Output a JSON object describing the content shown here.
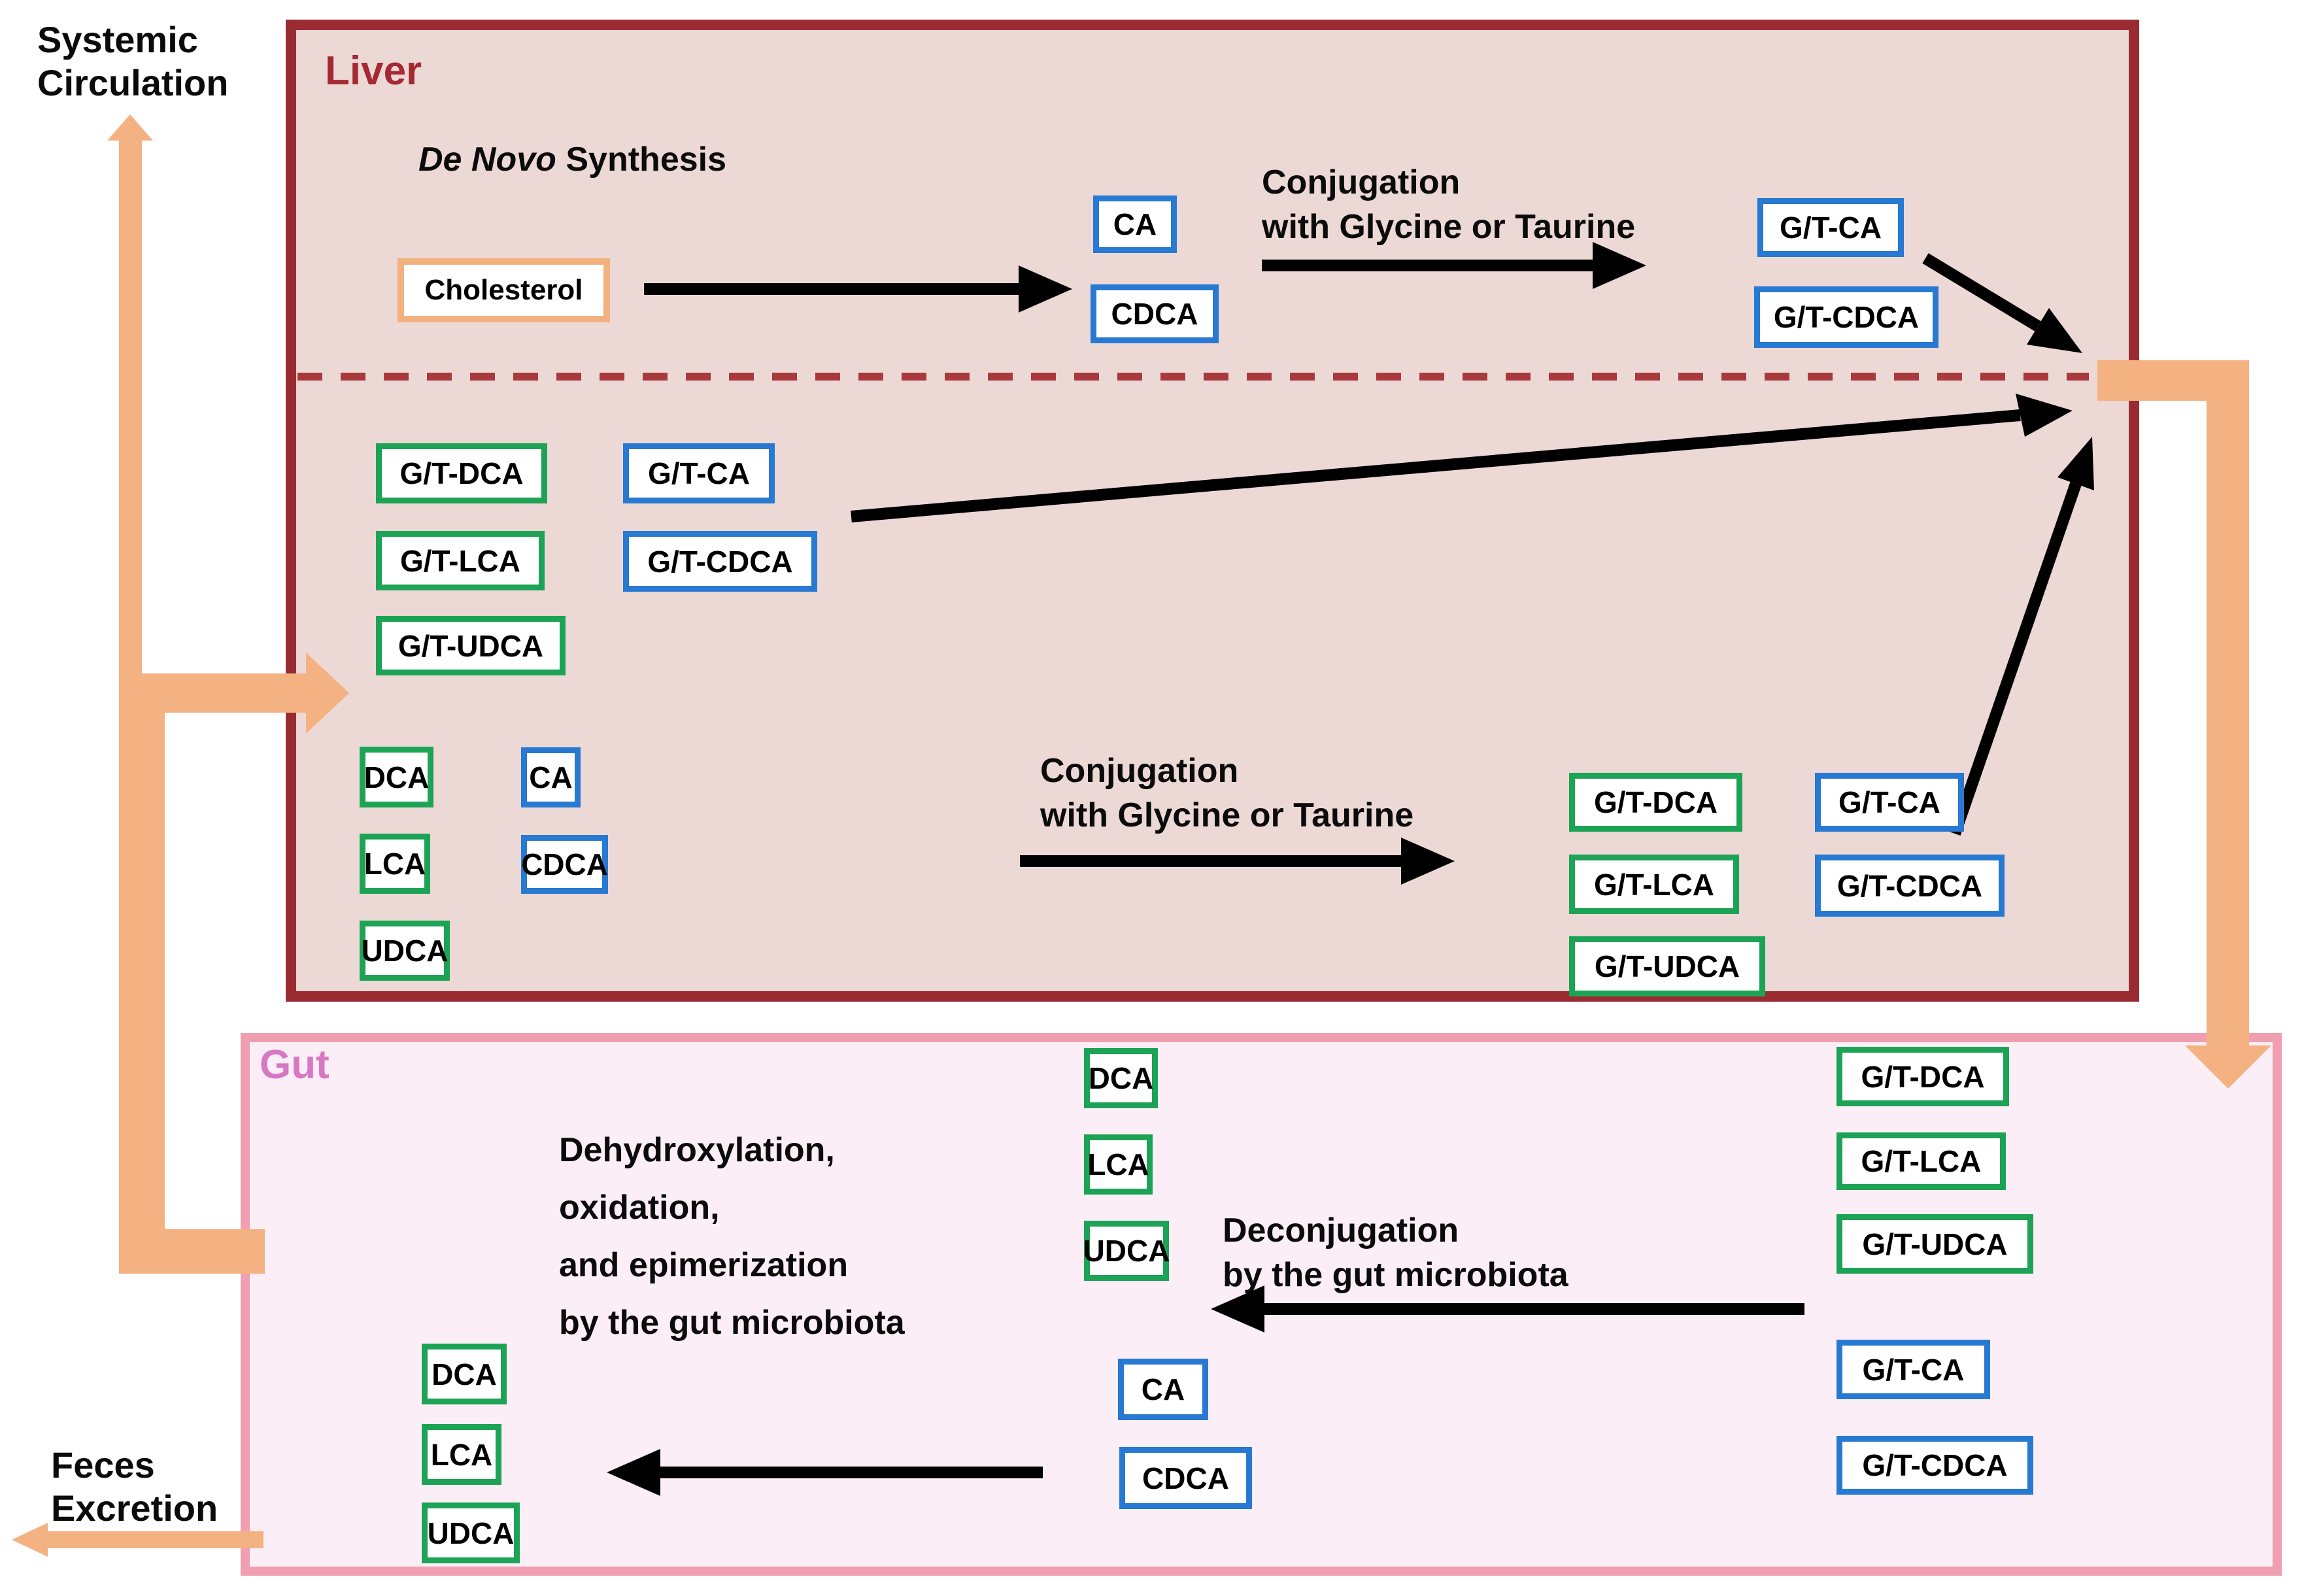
{
  "palette": {
    "liver_fill": "#ecd8d5",
    "liver_border": "#9a2b31",
    "liver_title_color": "#a32932",
    "dashed_divider": "#a83a3e",
    "gut_fill": "#fceef7",
    "gut_border": "#ef9fb0",
    "gut_title_color": "#d778c2",
    "flow_orange": "#f4b283",
    "cholesterol_border": "#f2b27f",
    "secondary_green": "#1da355",
    "primary_blue": "#2779d2",
    "arrow_black": "#000000"
  },
  "outside": {
    "systemic_line1": "Systemic",
    "systemic_line2": "Circulation",
    "feces_line1": "Feces",
    "feces_line2": "Excretion"
  },
  "liver": {
    "title": "Liver",
    "denovo_em": "De Novo",
    "denovo_rest": " Synthesis",
    "conj_top_line1": "Conjugation",
    "conj_top_line2": "with Glycine or Taurine",
    "conj_mid_line1": "Conjugation",
    "conj_mid_line2": "with Glycine or Taurine"
  },
  "gut": {
    "title": "Gut",
    "deconj_line1": "Deconjugation",
    "deconj_line2": "by the gut microbiota",
    "dehydro_line1": "Dehydroxylation,",
    "dehydro_line2": "oxidation,",
    "dehydro_line3": "and epimerization",
    "dehydro_line4": "by the gut microbiota"
  },
  "boxes": {
    "cholesterol": "Cholesterol",
    "denovo_ca": "CA",
    "denovo_cdca": "CDCA",
    "denovo_gtca": "G/T-CA",
    "denovo_gtcdca": "G/T-CDCA",
    "ret_gtdca": "G/T-DCA",
    "ret_gtca": "G/T-CA",
    "ret_gtlca": "G/T-LCA",
    "ret_gtcdca": "G/T-CDCA",
    "ret_gtudca": "G/T-UDCA",
    "unconj_dca": "DCA",
    "unconj_ca": "CA",
    "unconj_lca": "LCA",
    "unconj_cdca": "CDCA",
    "unconj_udca": "UDCA",
    "conj_gtdca": "G/T-DCA",
    "conj_gtca": "G/T-CA",
    "conj_gtlca": "G/T-LCA",
    "conj_gtcdca": "G/T-CDCA",
    "conj_gtudca": "G/T-UDCA",
    "gut_dca": "DCA",
    "gut_lca": "LCA",
    "gut_udca": "UDCA",
    "gut_ca": "CA",
    "gut_cdca": "CDCA",
    "gut_gtdca": "G/T-DCA",
    "gut_gtlca": "G/T-LCA",
    "gut_gtudca": "G/T-UDCA",
    "gut_gtca": "G/T-CA",
    "gut_gtcdca": "G/T-CDCA",
    "prod_dca": "DCA",
    "prod_lca": "LCA",
    "prod_udca": "UDCA"
  }
}
